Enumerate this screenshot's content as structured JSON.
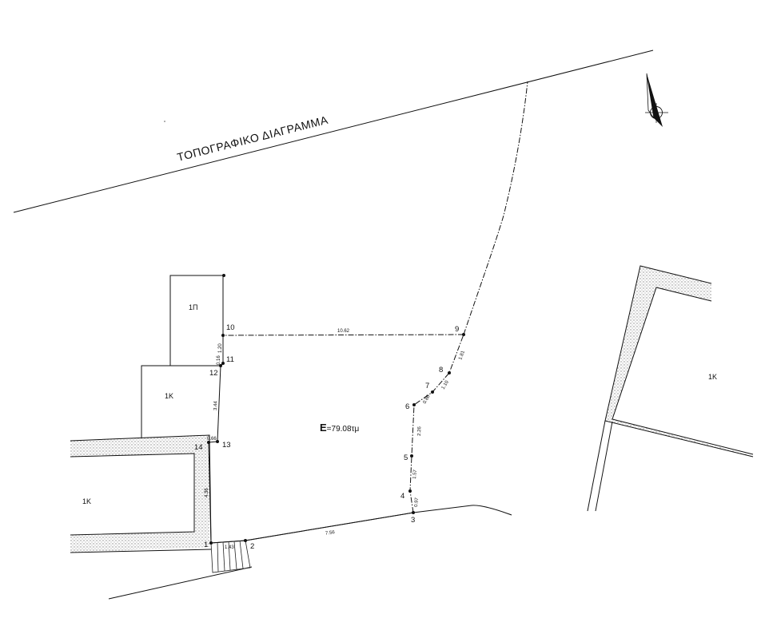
{
  "drawing": {
    "title": "ΤΟΠΟΓΡΑΦΙΚΟ ΔΙΑΓΡΑΜΜΑ",
    "area_prefix": "E",
    "area_value": "=79.08τμ"
  },
  "colors": {
    "ink": "#111111",
    "stipple": "#9a9a9a",
    "paper": "#ffffff"
  },
  "icons": {
    "north_arrow": "north-arrow-icon"
  },
  "points": [
    {
      "id": "1",
      "label": "1"
    },
    {
      "id": "2",
      "label": "2"
    },
    {
      "id": "3",
      "label": "3"
    },
    {
      "id": "4",
      "label": "4"
    },
    {
      "id": "5",
      "label": "5"
    },
    {
      "id": "6",
      "label": "6"
    },
    {
      "id": "7",
      "label": "7"
    },
    {
      "id": "8",
      "label": "8"
    },
    {
      "id": "9",
      "label": "9"
    },
    {
      "id": "10",
      "label": "10"
    },
    {
      "id": "11",
      "label": "11"
    },
    {
      "id": "12",
      "label": "12"
    },
    {
      "id": "13",
      "label": "13"
    },
    {
      "id": "14",
      "label": "14"
    }
  ],
  "dimensions": {
    "d_1_2": "1.43",
    "d_2_3": "7.56",
    "d_3_4": "0.97",
    "d_4_5": "1.57",
    "d_5_6": "2.26",
    "d_6_7": "0.86",
    "d_7_8": "1.10",
    "d_8_9": "1.81",
    "d_9_10": "10.62",
    "d_10_11": "1.20",
    "d_11_12": "0.16",
    "d_12_13": "3.44",
    "d_13_14": "0.66",
    "d_14_1": "4.36"
  },
  "buildings": {
    "b_1p": "1Π",
    "b_1k_middle": "1Κ",
    "b_1k_left": "1Κ",
    "b_1k_right": "1Κ"
  }
}
